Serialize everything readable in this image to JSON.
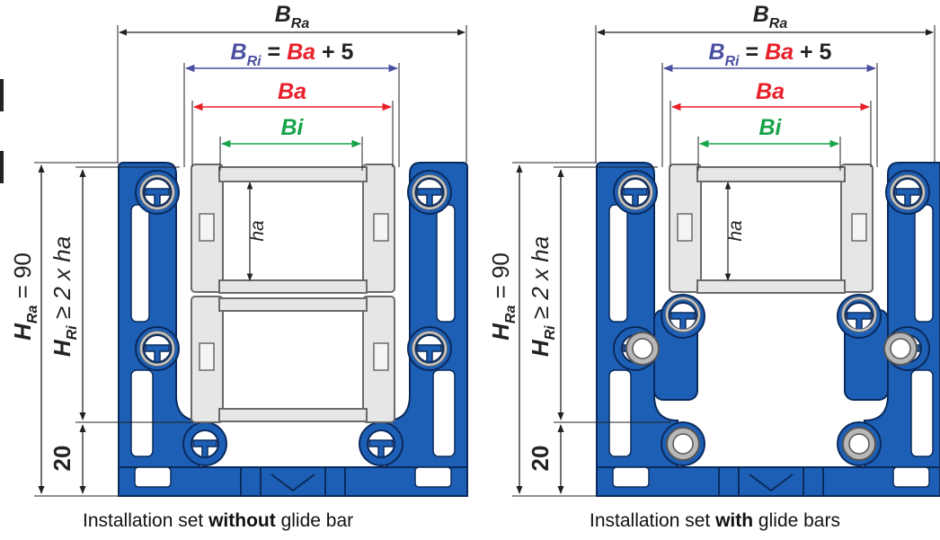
{
  "colors": {
    "profile_blue": "#1d5fb4",
    "profile_outline": "#0b2a5c",
    "chain_grey": "#e6e6e6",
    "chain_outline": "#6a6a6a",
    "glide_grey": "#b8b8b8",
    "dim_black": "#222222",
    "ba_red": "#e8202a",
    "bi_green": "#17a34a",
    "bri_purple": "#4b4fa0"
  },
  "labels": {
    "b_ra": "B",
    "b_ra_sub": "Ra",
    "b_ri": "B",
    "b_ri_sub": "Ri",
    "equals": " = ",
    "ba": "Ba",
    "plus_five": " + 5",
    "bi": "Bi",
    "ha": "ha",
    "h_ra": "H",
    "h_ra_sub": "Ra",
    "h_ra_value": " = 90",
    "h_ri": "H",
    "h_ri_sub": "Ri",
    "h_ri_rel": " ≥ 2 x ha",
    "twenty": "20"
  },
  "captions": {
    "left_pre": "Installation set ",
    "left_bold": "without",
    "left_post": " glide bar",
    "right_pre": "Installation set ",
    "right_bold": "with",
    "right_post": " glide bars"
  }
}
